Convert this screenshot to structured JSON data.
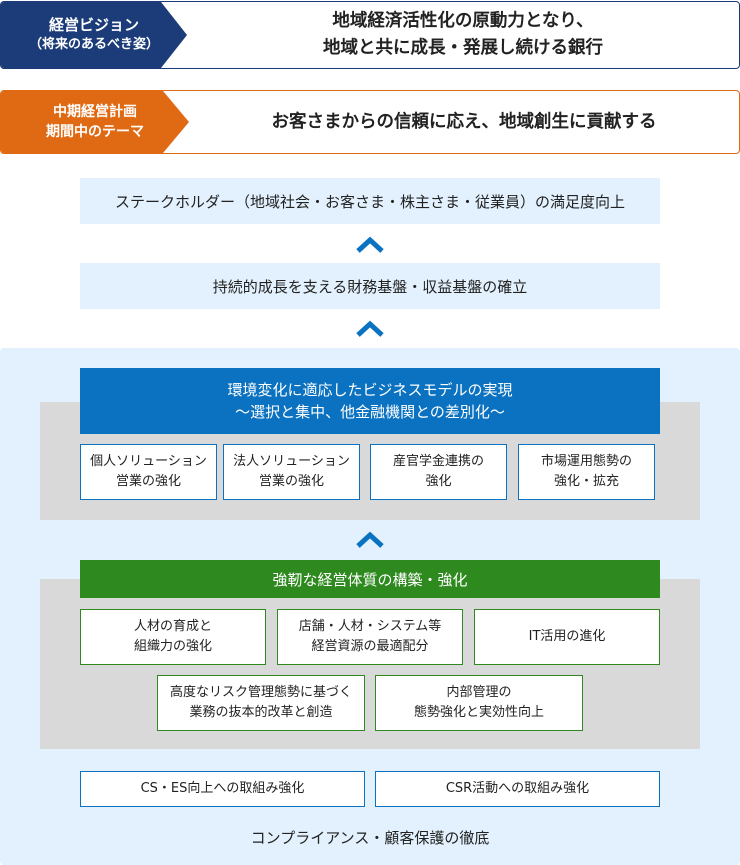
{
  "vision": {
    "tag_line1": "経営ビジョン",
    "tag_line2": "（将来のあるべき姿）",
    "text_line1": "地域経済活性化の原動力となり、",
    "text_line2": "地域と共に成長・発展し続ける銀行"
  },
  "theme": {
    "tag_line1": "中期経営計画",
    "tag_line2": "期間中のテーマ",
    "text": "お客さまからの信頼に応え、地域創生に貢献する"
  },
  "goal_stakeholder": "ステークホルダー（地域社会・お客さま・株主さま・従業員）の満足度向上",
  "goal_finance": "持続的成長を支える財務基盤・収益基盤の確立",
  "business_model": {
    "title_line1": "環境変化に適応したビジネスモデルの実現",
    "title_line2": "～選択と集中、他金融機関との差別化～",
    "items": [
      {
        "line1": "個人ソリューション",
        "line2": "営業の強化"
      },
      {
        "line1": "法人ソリューション",
        "line2": "営業の強化"
      },
      {
        "line1": "産官学金連携の",
        "line2": "強化"
      },
      {
        "line1": "市場運用態勢の",
        "line2": "強化・拡充"
      }
    ]
  },
  "management": {
    "title": "強靭な経営体質の構築・強化",
    "items": [
      {
        "line1": "人材の育成と",
        "line2": "組織力の強化"
      },
      {
        "line1": "店舗・人材・システム等",
        "line2": "経営資源の最適配分"
      },
      {
        "line1": "IT活用の進化",
        "line2": ""
      },
      {
        "line1": "高度なリスク管理態勢に基づく",
        "line2": "業務の抜本的改革と創造"
      },
      {
        "line1": "内部管理の",
        "line2": "態勢強化と実効性向上"
      }
    ]
  },
  "initiatives": [
    "CS・ES向上への取組み強化",
    "CSR活動への取組み強化"
  ],
  "foundation": "コンプライアンス・顧客保護の徹底",
  "colors": {
    "navy": "#1b3c78",
    "orange": "#e06a14",
    "blue": "#0b72c1",
    "green": "#2e8a1e",
    "pale_blue": "#e2f1fd",
    "gray": "#d9d9d9"
  }
}
